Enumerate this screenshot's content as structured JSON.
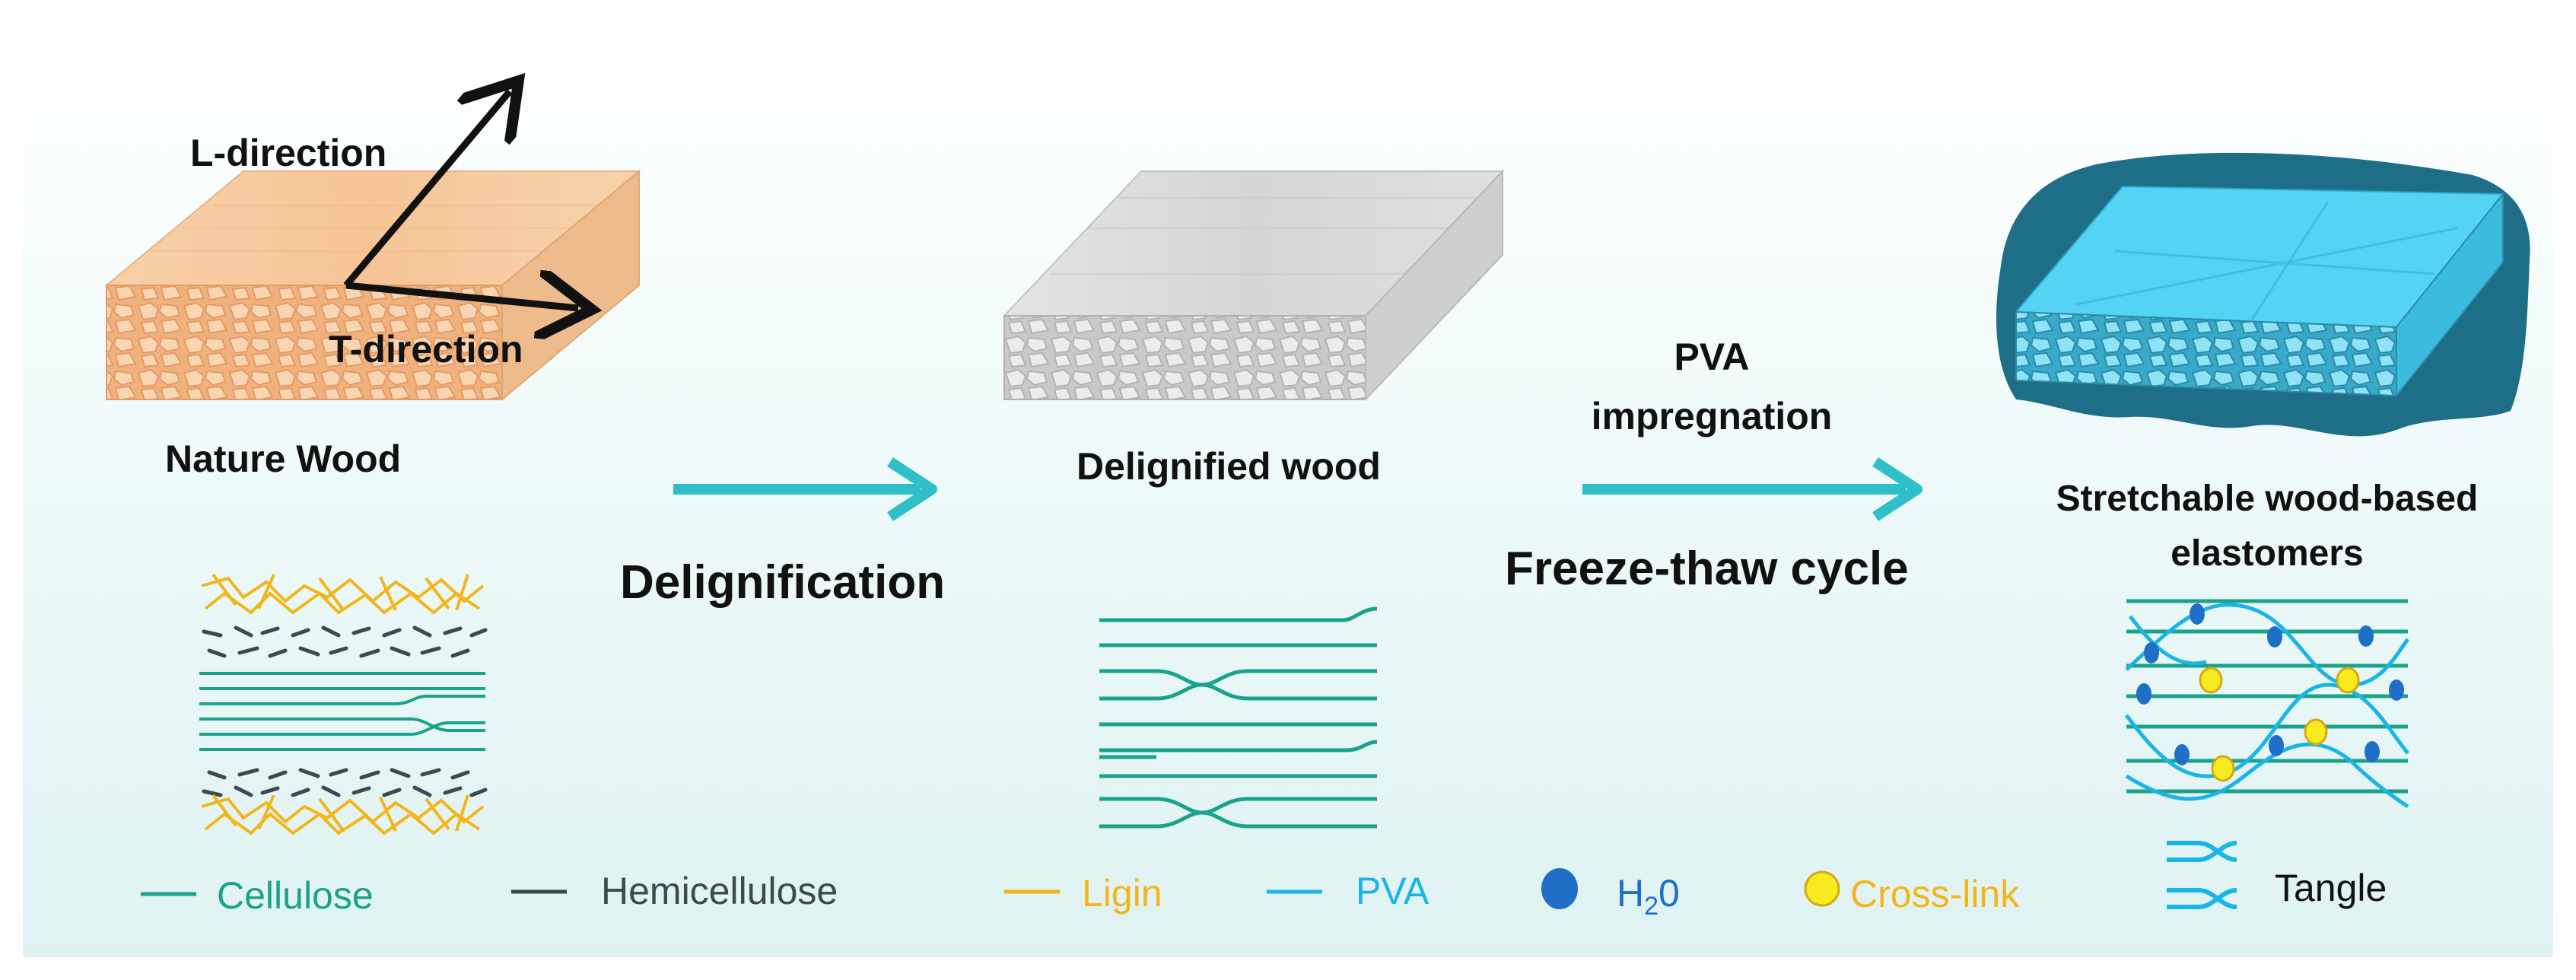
{
  "stages": {
    "nature": {
      "label": "Nature Wood",
      "l_direction": "L-direction",
      "t_direction": "T-direction"
    },
    "delignified": {
      "label": "Delignified wood"
    },
    "elastomer": {
      "label_line1": "Stretchable wood-based",
      "label_line2": "elastomers"
    }
  },
  "processes": {
    "step1": {
      "label": "Delignification"
    },
    "step2": {
      "label_above_line1": "PVA",
      "label_above_line2": "impregnation",
      "label_below": "Freeze-thaw cycle"
    }
  },
  "legend": [
    {
      "name": "cellulose",
      "label": "Cellulose",
      "color": "#1aa38a"
    },
    {
      "name": "hemicellulose",
      "label": "Hemicellulose",
      "color": "#3c4a4e"
    },
    {
      "name": "ligin",
      "label": "Ligin",
      "color": "#f2b61c"
    },
    {
      "name": "pva",
      "label": "PVA",
      "color": "#1ab5e8"
    },
    {
      "name": "h2o",
      "label": "H",
      "sub": "2",
      "label_suffix": "0",
      "color": "#1f6fc9"
    },
    {
      "name": "cross-link",
      "label": "Cross-link",
      "color": "#f2b61c"
    },
    {
      "name": "tangle",
      "label": "Tangle",
      "color": "#111111"
    }
  ],
  "colors": {
    "arrow": "#2ebfc8",
    "cellulose": "#1aa38a",
    "hemicellulose": "#3c4a4e",
    "ligin": "#f2b61c",
    "pva": "#1ab5e8",
    "water": "#1f6fc9",
    "crosslink": "#f7ea1e",
    "wood": "#f7c99d",
    "delignified": "#d9d9d9",
    "elastomer": "#4fd0f0",
    "elastomer_edge": "#1d6e86"
  }
}
